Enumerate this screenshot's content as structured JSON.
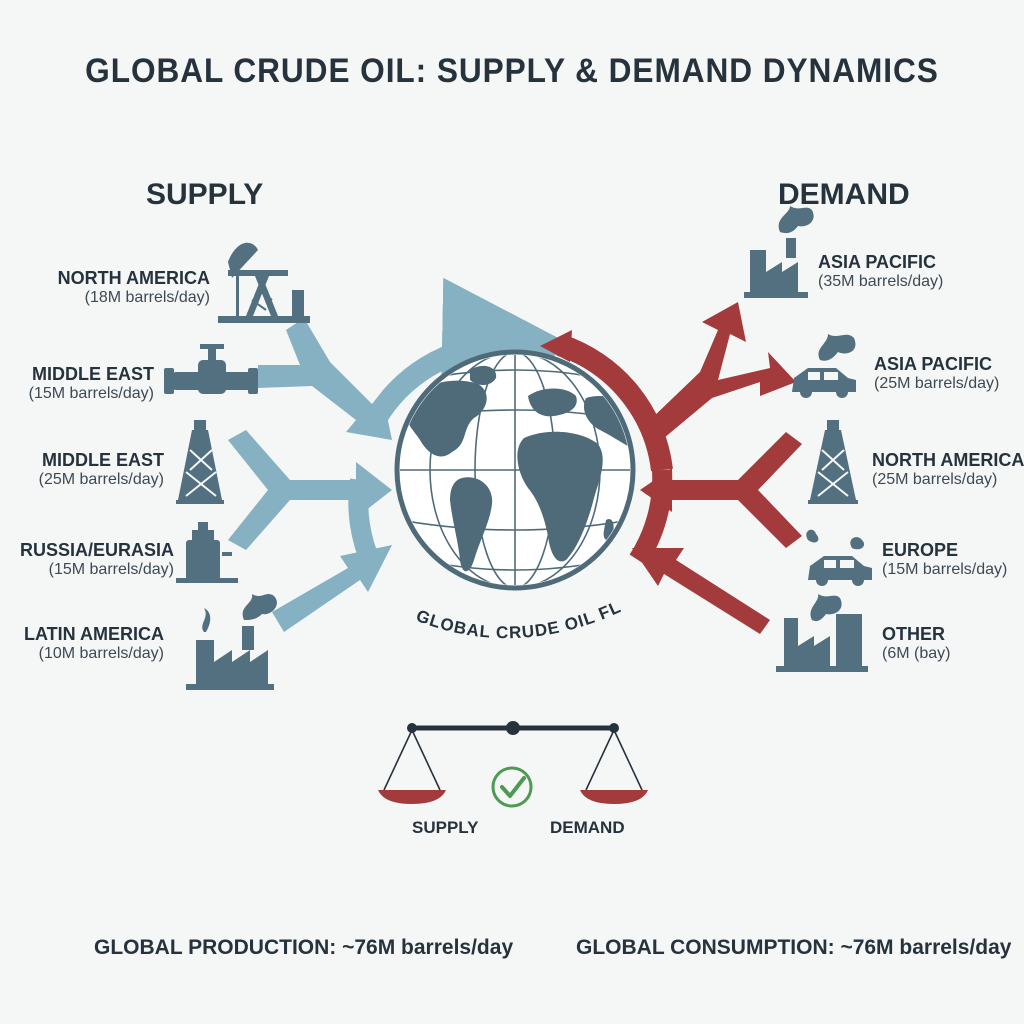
{
  "title": "GLOBAL CRUDE OIL: SUPPLY & DEMAND DYNAMICS",
  "supply": {
    "heading": "SUPPLY",
    "items": [
      {
        "name": "NORTH AMERICA",
        "amount": "(18M barrels/day)",
        "icon": "pumpjack-icon"
      },
      {
        "name": "MIDDLE EAST",
        "amount": "(15M barrels/day)",
        "icon": "pipeline-valve-icon"
      },
      {
        "name": "MIDDLE EAST",
        "amount": "(25M barrels/day)",
        "icon": "oil-derrick-icon"
      },
      {
        "name": "RUSSIA/EURASIA",
        "amount": "(15M barrels/day)",
        "icon": "storage-tank-icon"
      },
      {
        "name": "LATIN AMERICA",
        "amount": "(10M barrels/day)",
        "icon": "factory-icon"
      }
    ]
  },
  "demand": {
    "heading": "DEMAND",
    "items": [
      {
        "name": "ASIA PACIFIC",
        "amount": "(35M barrels/day)",
        "icon": "factory-icon"
      },
      {
        "name": "ASIA PACIFIC",
        "amount": "(25M barrels/day)",
        "icon": "car-icon"
      },
      {
        "name": "NORTH AMERICA",
        "amount": "(25M barrels/day)",
        "icon": "oil-derrick-icon"
      },
      {
        "name": "EUROPE",
        "amount": "(15M barrels/day)",
        "icon": "car-icon"
      },
      {
        "name": "OTHER",
        "amount": "(6M (bay)",
        "icon": "factory-icon"
      }
    ]
  },
  "globe": {
    "caption": "GLOBAL CRUDE OIL FLOW"
  },
  "balance": {
    "left": "SUPPLY",
    "right": "DEMAND"
  },
  "totals": {
    "production": "GLOBAL PRODUCTION: ~76M barrels/day",
    "consumption": "GLOBAL CONSUMPTION: ~76M barrels/day"
  },
  "colors": {
    "supply": "#86b1c2",
    "demand": "#a33a3c",
    "icon": "#52707f",
    "globe": "#4f6b79",
    "check": "#4d9a52",
    "text": "#26333d"
  }
}
